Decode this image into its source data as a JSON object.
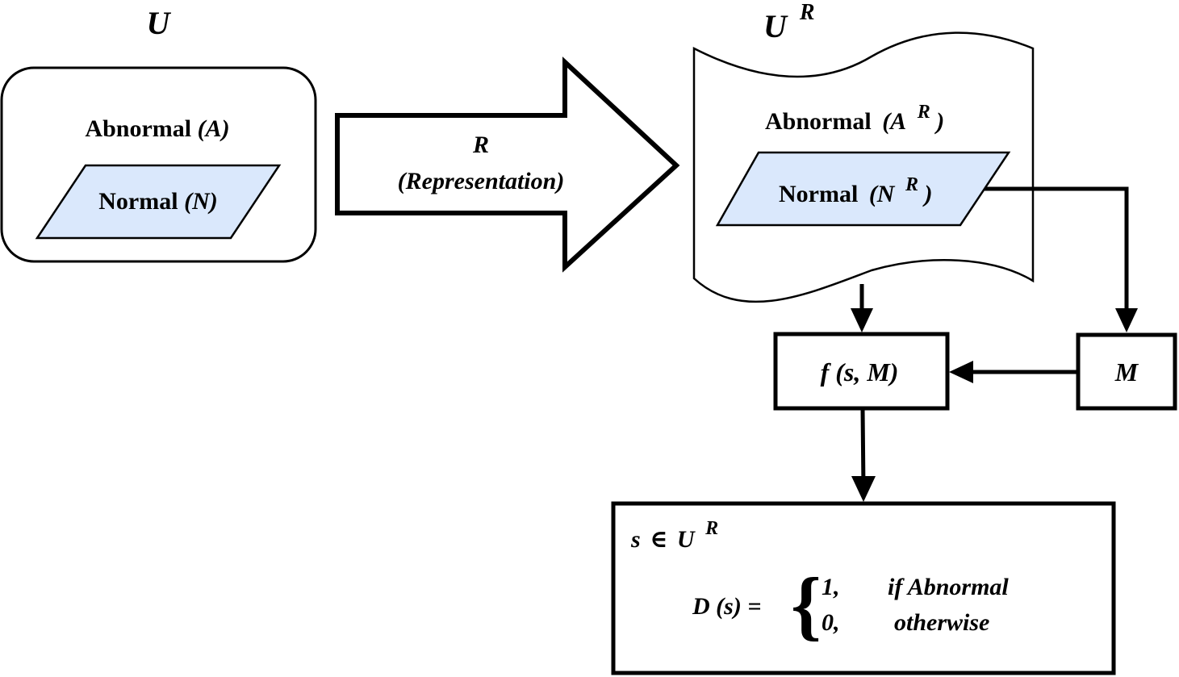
{
  "colors": {
    "stroke": "#000000",
    "normal_fill": "#dae8fc",
    "background": "#ffffff"
  },
  "universe": {
    "title": "U",
    "abnormal_label": "Abnormal",
    "abnormal_symbol": "(A)",
    "normal_label": "Normal",
    "normal_symbol": "(N)"
  },
  "representation_arrow": {
    "symbol": "R",
    "label": "(Representation)"
  },
  "represented_universe": {
    "title": "U",
    "title_superscript": "R",
    "abnormal_label": "Abnormal",
    "abnormal_symbol_open": "(A",
    "abnormal_superscript": "R",
    "abnormal_symbol_close": ")",
    "normal_label": "Normal",
    "normal_symbol_open": "(N",
    "normal_superscript": "R",
    "normal_symbol_close": ")"
  },
  "function_box": {
    "label": "f (s, M)"
  },
  "model_box": {
    "label": "M"
  },
  "decision_box": {
    "domain_line_s": "s",
    "domain_line_in": "∈",
    "domain_line_u": "U",
    "domain_line_superscript": "R",
    "function": "D (s) =",
    "brace": "{",
    "case1_value": "1,",
    "case1_condition": "if Abnormal",
    "case2_value": "0,",
    "case2_condition": "otherwise"
  }
}
